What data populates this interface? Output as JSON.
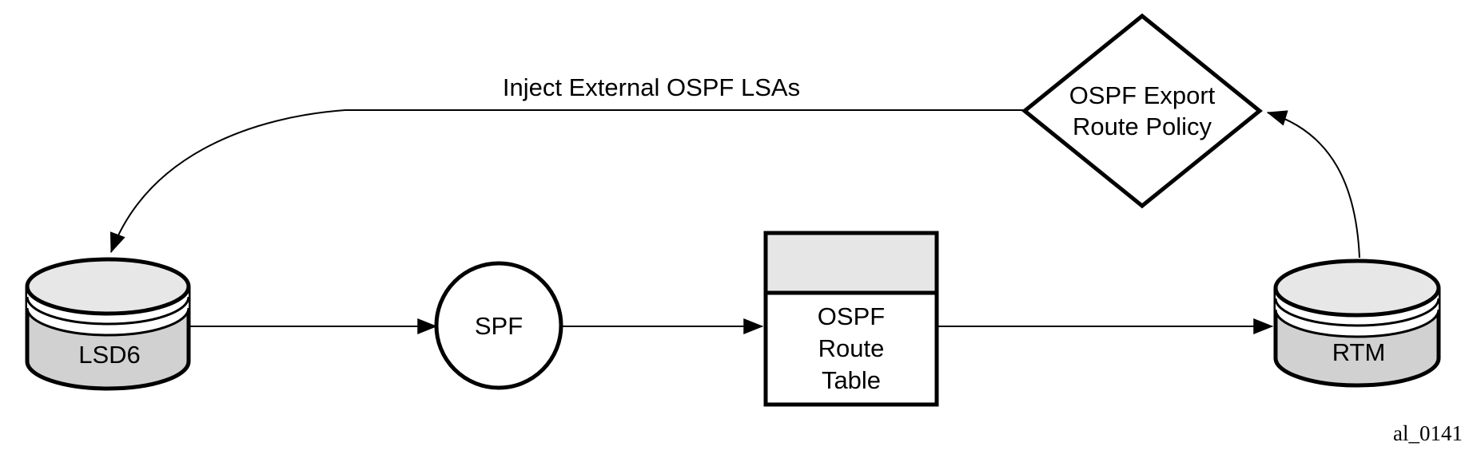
{
  "canvas": {
    "background": "#ffffff"
  },
  "colors": {
    "stroke": "#000000",
    "cylinder_body": "#d1d1d1",
    "cylinder_top": "#e7e7e7",
    "cylinder_band": "#ffffff",
    "table_header_fill": "#e6e6e6",
    "node_fill": "#ffffff",
    "arrow_fill": "#000000"
  },
  "nodes": {
    "lsdb": {
      "label": "LSD6"
    },
    "spf": {
      "label": "SPF"
    },
    "route_table": {
      "lines": [
        "OSPF",
        "Route",
        "Table"
      ]
    },
    "rtm": {
      "label": "RTM"
    },
    "export_policy": {
      "lines": [
        "OSPF Export",
        "Route Policy"
      ]
    }
  },
  "edges": {
    "inject_label": "Inject External OSPF LSAs"
  },
  "figure_id": "al_0141"
}
